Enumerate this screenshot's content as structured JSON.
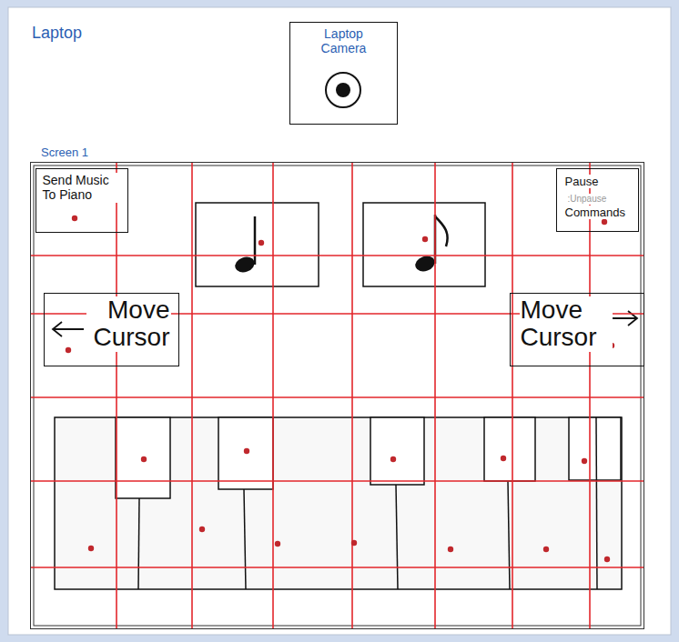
{
  "diagram": {
    "nodes": [
      {
        "text": [
          "Laptop Camera"
        ]
      },
      {
        "text": [
          "Screen 1"
        ]
      },
      {
        "text": [
          "Send Music To Piano"
        ],
        "in": 1
      },
      {
        "text": [
          "Pause",
          ":Unpause",
          "Commands"
        ],
        "in": 1
      },
      {
        "text": [
          "Move Cursor"
        ],
        "in": 1
      },
      {
        "text": [
          "Move Cursor"
        ],
        "in": 1
      }
    ],
    "labels": [
      "Laptop"
    ]
  }
}
